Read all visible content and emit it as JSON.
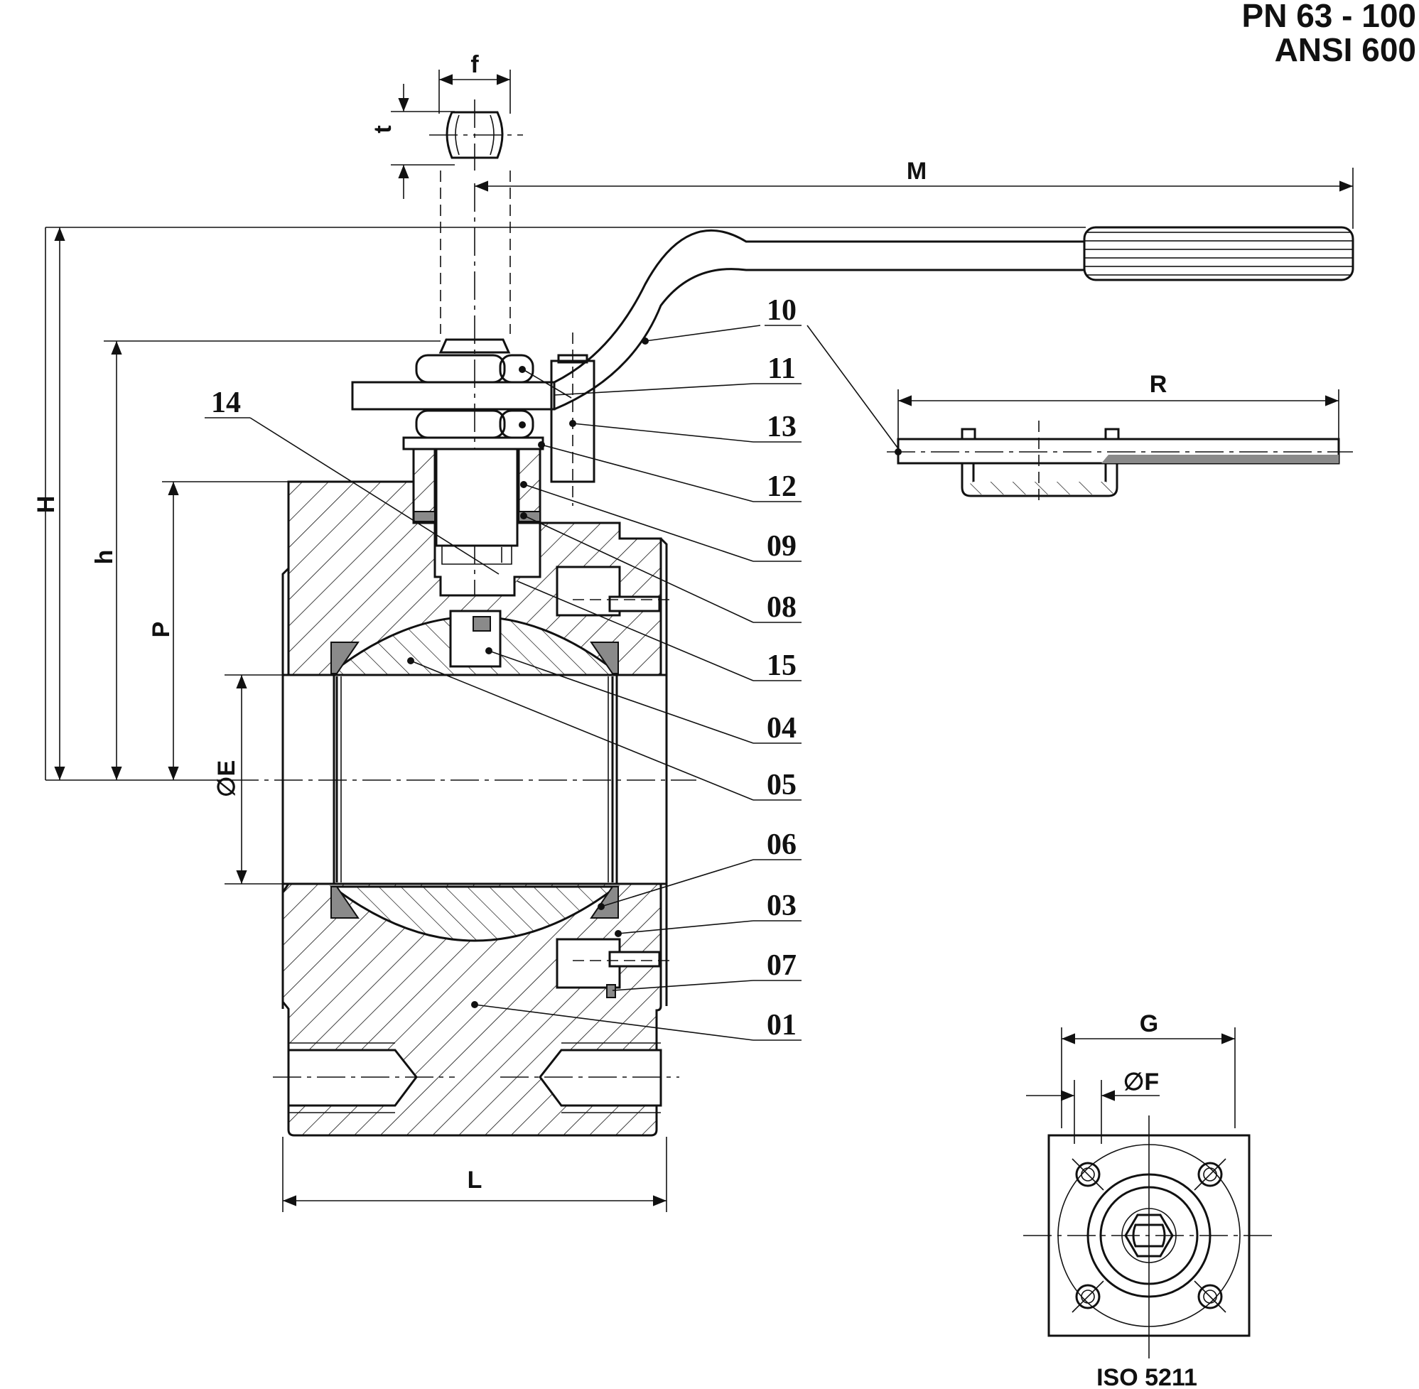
{
  "header": {
    "pressure_class": "PN 63 - 100",
    "ansi_class": "ANSI 600"
  },
  "dimensions": {
    "f": "f",
    "t": "t",
    "M": "M",
    "H": "H",
    "h": "h",
    "P": "P",
    "E": "∅E",
    "L": "L",
    "R": "R",
    "G": "G",
    "F": "∅F"
  },
  "part_numbers": [
    "10",
    "11",
    "13",
    "12",
    "09",
    "08",
    "15",
    "04",
    "05",
    "06",
    "03",
    "07",
    "01"
  ],
  "part_14": "14",
  "flange_standard": "ISO 5211"
}
